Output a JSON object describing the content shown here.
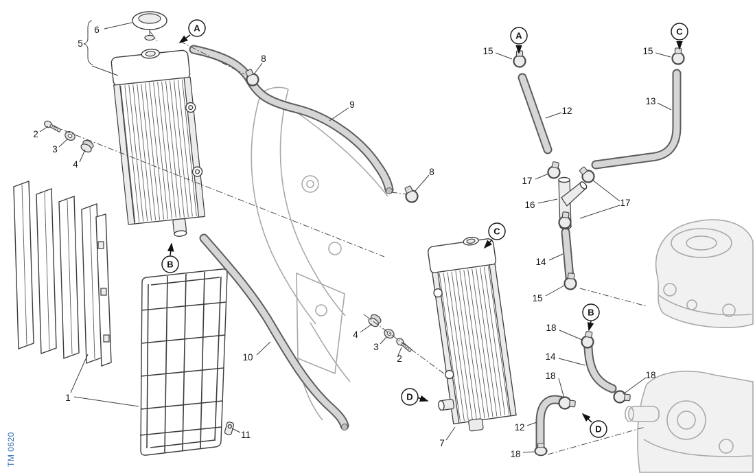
{
  "doc": {
    "code": "TM 0620"
  },
  "callouts": {
    "a": "A",
    "b": "B",
    "c": "C",
    "d": "D"
  },
  "parts": {
    "p1": "1",
    "p2": "2",
    "p3": "3",
    "p4": "4",
    "p5": "5",
    "p6": "6",
    "p7": "7",
    "p8": "8",
    "p9": "9",
    "p10": "10",
    "p11": "11",
    "p12": "12",
    "p13": "13",
    "p14": "14",
    "p15": "15",
    "p16": "16",
    "p17": "17",
    "p18": "18"
  }
}
